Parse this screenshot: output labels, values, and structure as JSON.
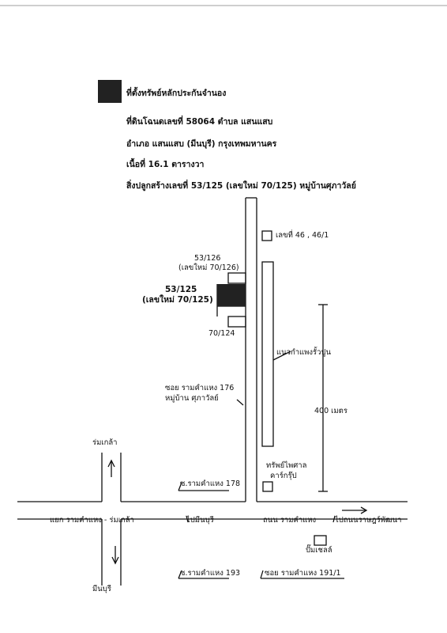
{
  "header": {
    "legend_text": "ที่ตั้งทรัพย์หลักประกันจำนอง",
    "deed_line": "ที่ดินโฉนดเลขที่   58064       ตำบล แสนแสบ",
    "district_line": "อำเภอ แสนแสบ (มีนบุรี)      กรุงเทพมหานคร",
    "area_line": "เนื้อที่ 16.1  ตารางวา",
    "building_line": "สิ่งปลูกสร้างเลขที่  53/125 (เลขใหม่ 70/125)  หมู่บ้านศุภาวัลย์"
  },
  "map": {
    "plot_126_a": "53/126",
    "plot_126_b": "(เลขใหม่ 70/126)",
    "plot_125_a": "53/125",
    "plot_125_b": "(เลขใหม่ 70/125)",
    "plot_124": "70/124",
    "house_46": "เลขที่ 46 , 46/1",
    "wall": "แนวกำแพงรั้วปูน",
    "distance": "400 เมตร",
    "soi176_a": "ซอย รามคำแหง 176",
    "soi176_b": "หมู่บ้าน ศุภาวัลย์",
    "romklao": "ร่มเกล้า",
    "soi178": "ซ.รามคำแหง 178",
    "sap_paisan_a": "ทรัพย์ไพศาล",
    "sap_paisan_b": "คาร์กรุ๊ป",
    "junction": "แยก รามคำแหง - ร่มเกล้า",
    "to_minburi": "ไปมีนบุรี",
    "ramkhamhaeng_road": "ถนน รามคำแหง",
    "to_rama9": "ไปถนนราษฎร์พัฒนา",
    "petrol": "ปั๊มเชลล์",
    "soi193": "ซ.รามคำแหง 193",
    "soi191": "ซอย รามคำแหง 191/1",
    "minburi": "มีนบุรี"
  },
  "colors": {
    "ink": "#111111",
    "subject": "#222222",
    "background": "#ffffff"
  }
}
